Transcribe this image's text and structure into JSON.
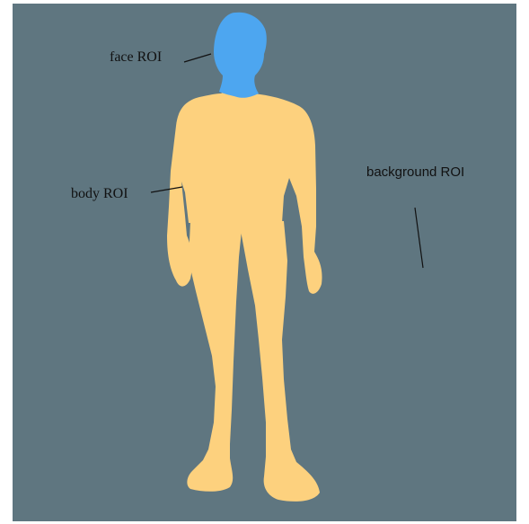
{
  "labels": {
    "face": "face ROI",
    "body": "body ROI",
    "background": "background ROI"
  },
  "colors": {
    "background_region": "#5f7680",
    "face_region": "#4da6f0",
    "body_region": "#fdd17e",
    "leader_line": "#111111",
    "page": "#ffffff"
  }
}
